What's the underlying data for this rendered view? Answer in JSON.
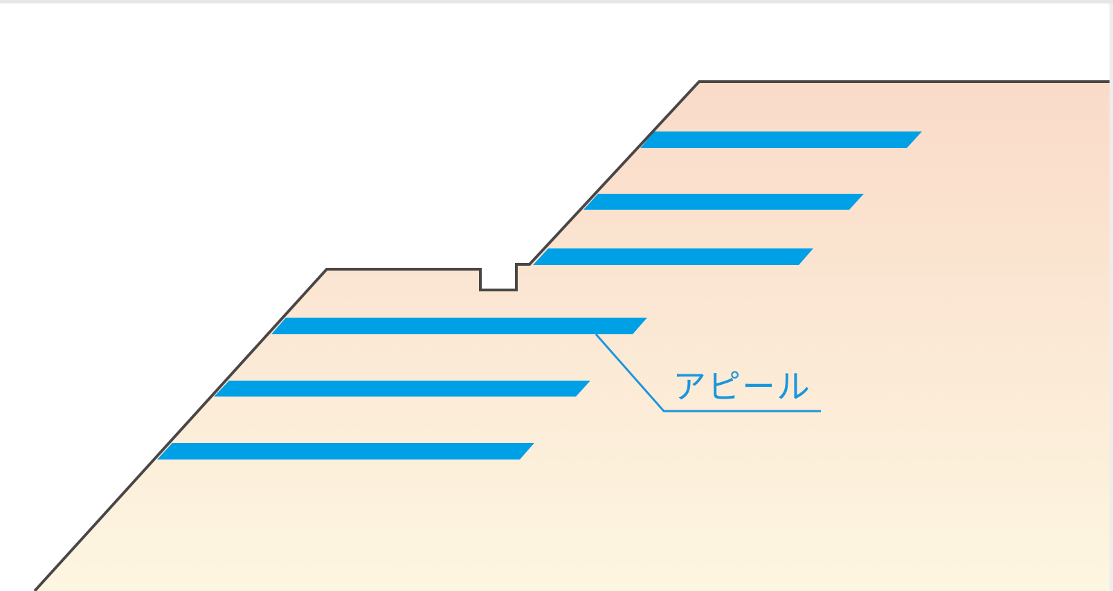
{
  "diagram": {
    "label": "アピール",
    "colors": {
      "soil_top": "#f9dbc8",
      "soil_bottom": "#fdf6e1",
      "outline": "#4a4646",
      "nail": "#00a0e6",
      "leader": "#1a96dc"
    },
    "icons": {
      "slope": "slope-profile-shape",
      "drain": "drainage-channel-shape",
      "nail": "soil-nail-bar-shape"
    }
  }
}
